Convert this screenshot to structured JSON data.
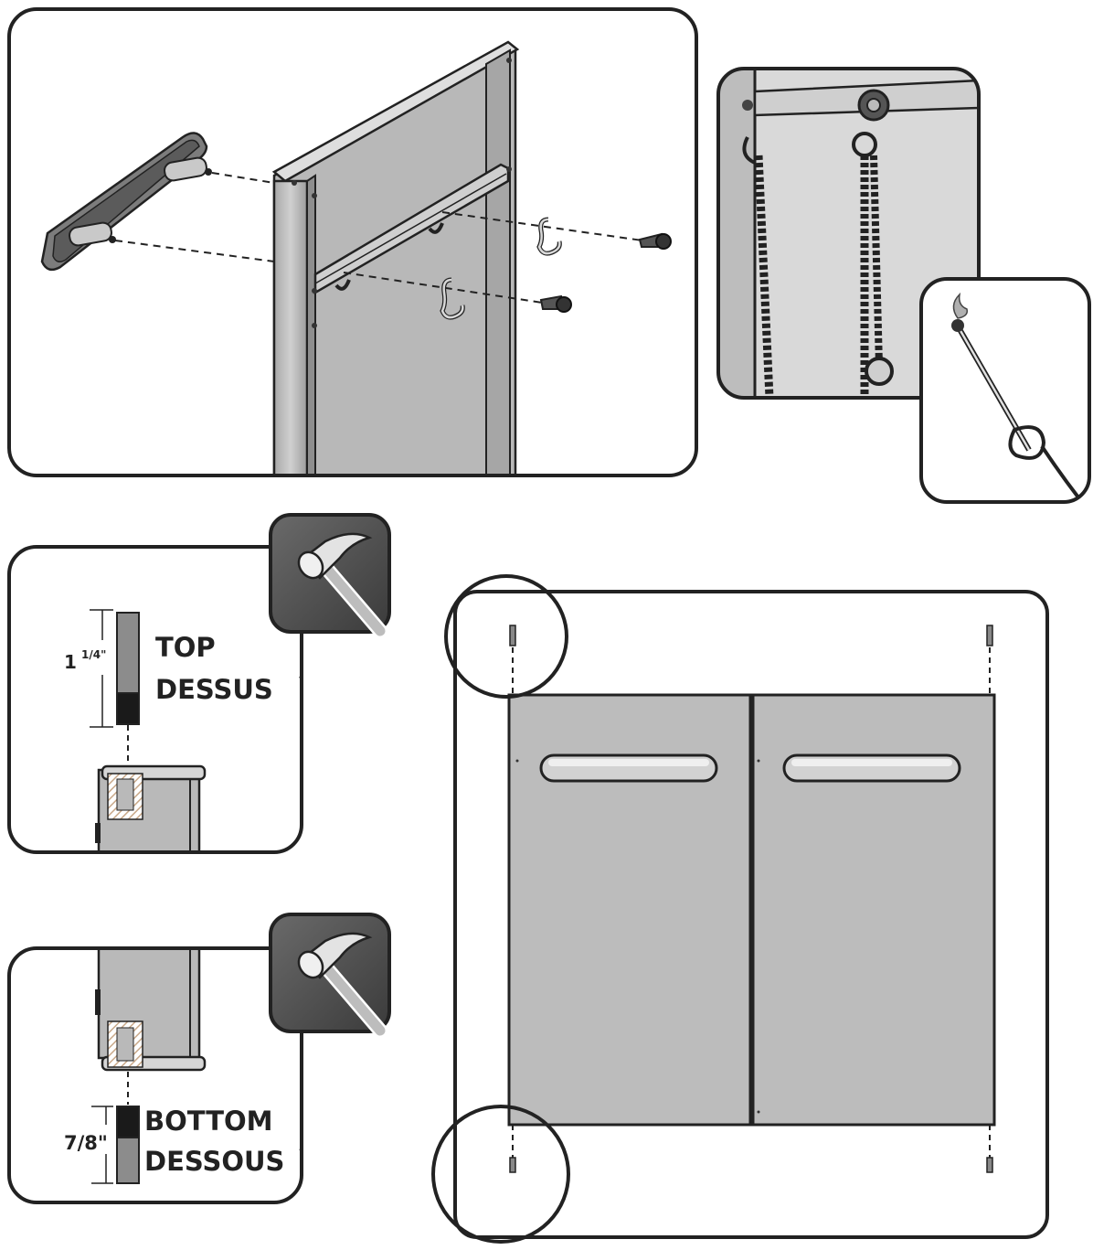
{
  "top_pin": {
    "measure_main": "1",
    "measure_fraction": "1/4\"",
    "label_en": "TOP",
    "label_fr": "DESSUS"
  },
  "bottom_pin": {
    "measure": "7/8\"",
    "label_en": "BOTTOM",
    "label_fr": "DESSOUS"
  },
  "icons": {
    "hammer": "hammer-icon",
    "match": "lit-match-icon"
  },
  "colors": {
    "outline": "#222222",
    "panel_gray": "#bcbcbc",
    "dark_tile": "#4f4f4f"
  }
}
